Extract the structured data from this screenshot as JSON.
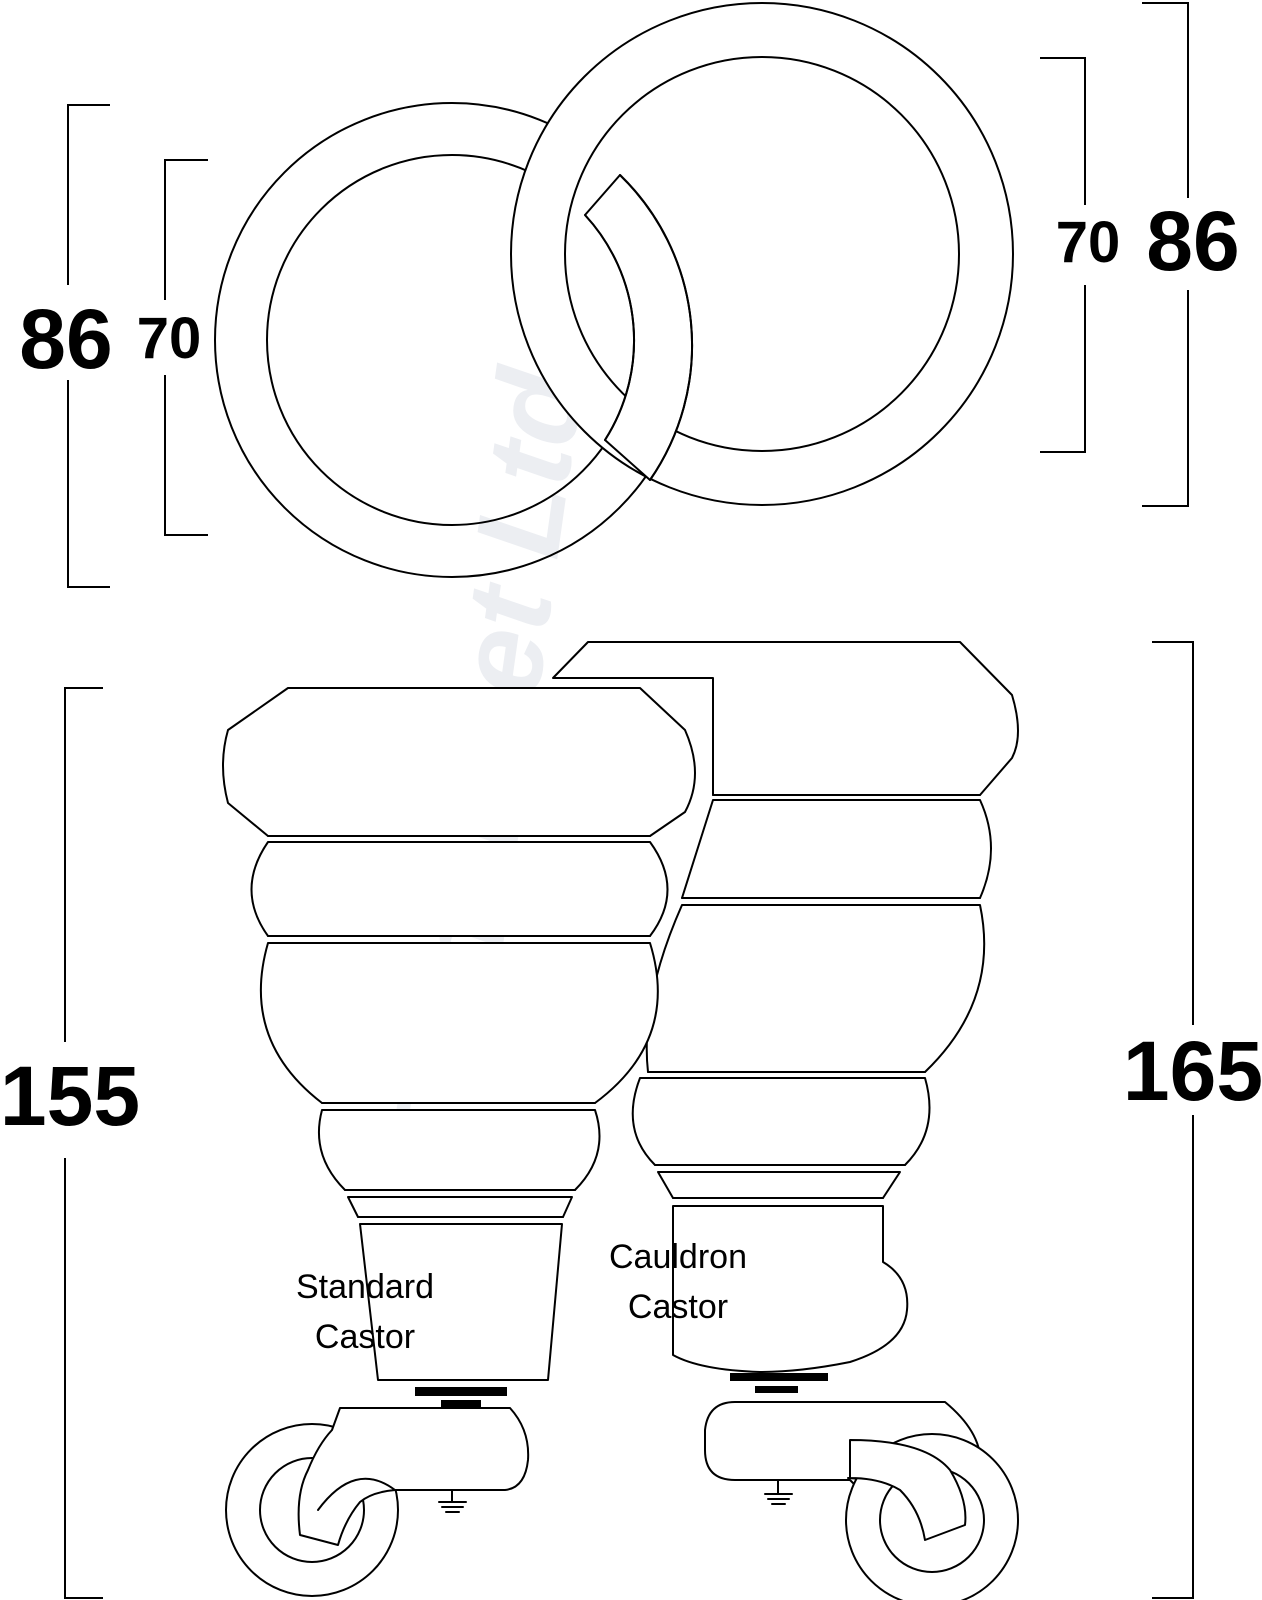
{
  "dimensions": {
    "left_ring_outer": "86",
    "left_ring_inner": "70",
    "right_ring_inner": "70",
    "right_ring_outer": "86",
    "standard_height": "155",
    "cauldron_height": "165"
  },
  "labels": {
    "standard_line1": "Standard",
    "standard_line2": "Castor",
    "cauldron_line1": "Cauldron",
    "cauldron_line2": "Castor"
  },
  "watermark": "Turnerfeet Ltd"
}
